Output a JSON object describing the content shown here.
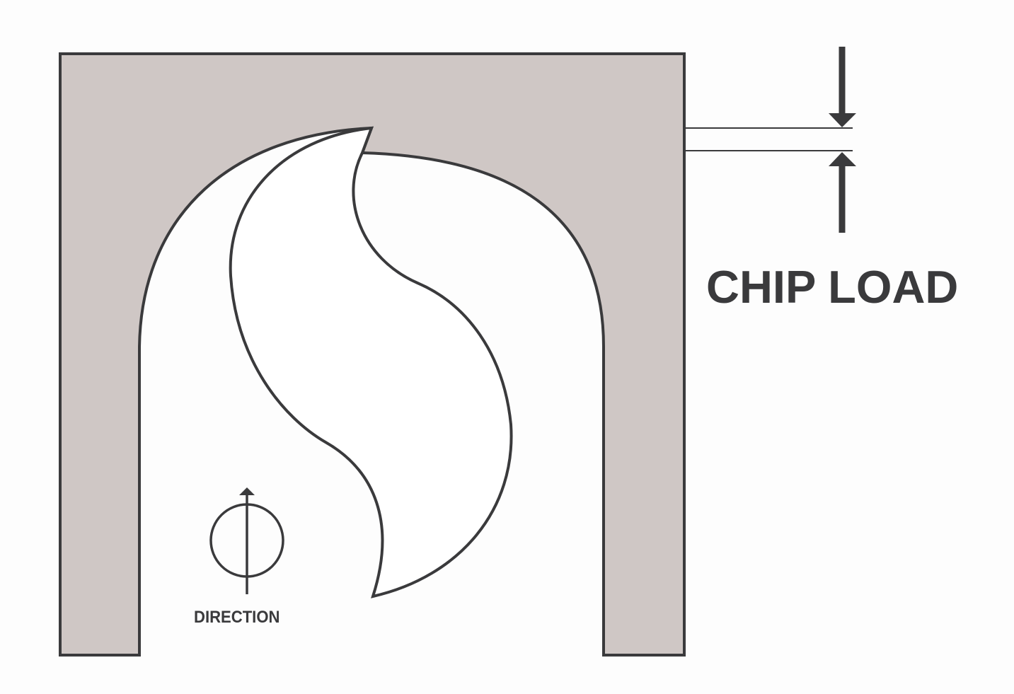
{
  "diagram": {
    "title": "Chip load illustration",
    "labels": {
      "chip_load": "CHIP LOAD",
      "direction": "DIRECTION"
    },
    "colors": {
      "workpiece_fill": "#cfc7c5",
      "stroke": "#3a3a3c",
      "background": "#fdfdfd",
      "cutter_fill": "#ffffff"
    },
    "elements": [
      {
        "name": "workpiece",
        "description": "Material block with slot cut by rotating two-flute end mill"
      },
      {
        "name": "cutter",
        "description": "Two-flute end mill cross-section (S-shaped)"
      },
      {
        "name": "chip-load-dimension",
        "description": "Distance between two successive tooth paths, marked with opposing arrows"
      },
      {
        "name": "direction-indicator",
        "description": "Circle with upward arrow indicating feed direction"
      }
    ]
  }
}
